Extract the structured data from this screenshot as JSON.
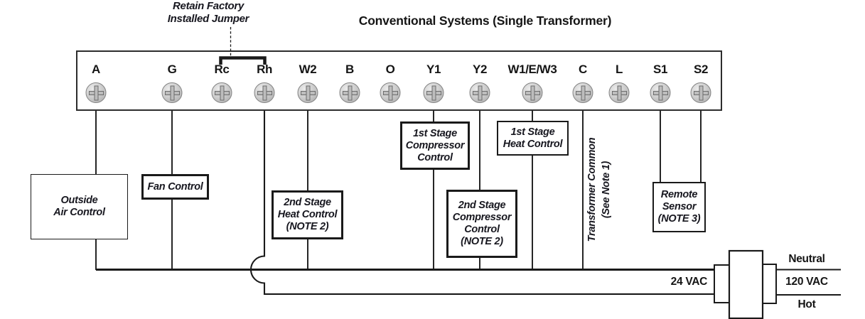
{
  "title": "Conventional Systems (Single Transformer)",
  "jumper_note": "Retain Factory\nInstalled Jumper",
  "terminals": [
    "A",
    "G",
    "Rc",
    "Rh",
    "W2",
    "B",
    "O",
    "Y1",
    "Y2",
    "W1/E/W3",
    "C",
    "L",
    "S1",
    "S2"
  ],
  "boxes": {
    "outside_air": "Outside\nAir Control",
    "fan_control": "Fan Control",
    "heat_2nd": "2nd Stage\nHeat Control\n(NOTE 2)",
    "comp_1st": "1st Stage\nCompressor\nControl",
    "comp_2nd": "2nd Stage\nCompressor\nControl\n(NOTE 2)",
    "heat_1st": "1st Stage\nHeat Control",
    "remote_sensor": "Remote\nSensor\n(NOTE 3)"
  },
  "labels": {
    "transformer_common": "Transformer Common\n(See Note 1)",
    "vac24": "24 VAC",
    "neutral": "Neutral",
    "vac120": "120 VAC",
    "hot": "Hot"
  },
  "colors": {
    "ink": "#1a1a1a"
  }
}
